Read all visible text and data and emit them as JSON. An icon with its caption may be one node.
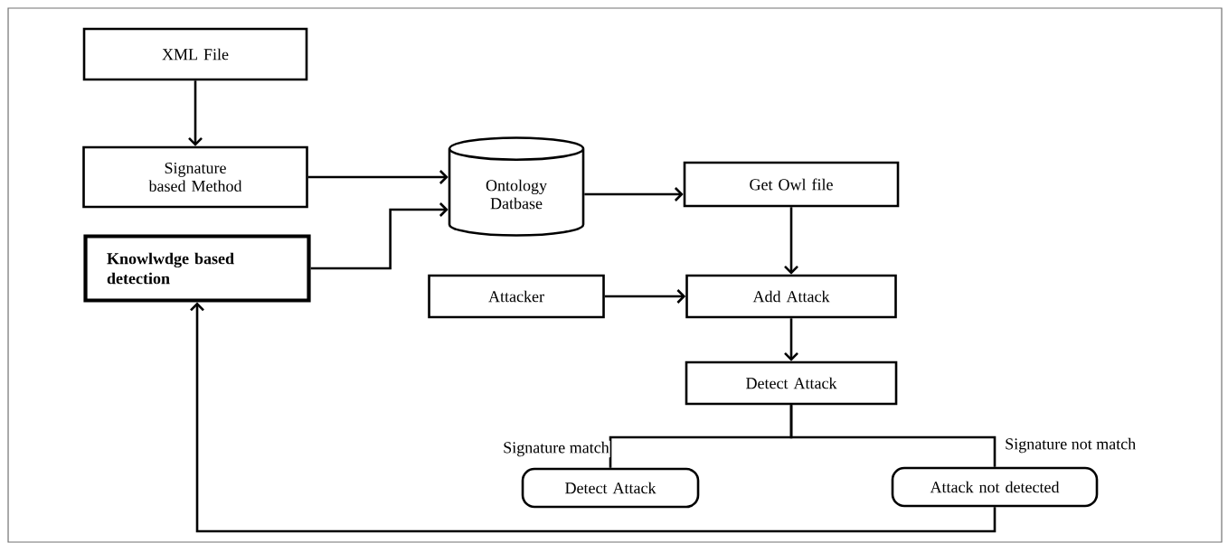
{
  "diagram": {
    "nodes": [
      {
        "text": [
          "XML File"
        ]
      },
      {
        "text": [
          "Signature based Method"
        ]
      },
      {
        "text": [
          "Knowlwdge based detection"
        ]
      },
      {
        "text": [
          "Ontology Datbase"
        ]
      },
      {
        "text": [
          "Get Owl file"
        ]
      },
      {
        "text": [
          "Attacker"
        ]
      },
      {
        "text": [
          "Add Attack"
        ]
      },
      {
        "text": [
          "Detect Attack"
        ]
      },
      {
        "text": [
          "Detect Attack"
        ]
      },
      {
        "text": [
          "Attack not detected"
        ]
      }
    ],
    "edges": [
      {
        "from": 0,
        "to": 1,
        "arrow": "to"
      },
      {
        "from": 1,
        "to": 3,
        "arrow": "to"
      },
      {
        "from": 2,
        "to": 3,
        "arrow": "to"
      },
      {
        "from": 3,
        "to": 4,
        "arrow": "to"
      },
      {
        "from": 4,
        "to": 6,
        "arrow": "to"
      },
      {
        "from": 5,
        "to": 6,
        "arrow": "to"
      },
      {
        "from": 6,
        "to": 7,
        "arrow": "to"
      },
      {
        "from": 7,
        "to": 8,
        "arrow": "none",
        "label": "Signature match"
      },
      {
        "from": 7,
        "to": 9,
        "arrow": "none",
        "label": "Signature not match"
      },
      {
        "from": 9,
        "to": 2,
        "arrow": "to"
      }
    ]
  }
}
